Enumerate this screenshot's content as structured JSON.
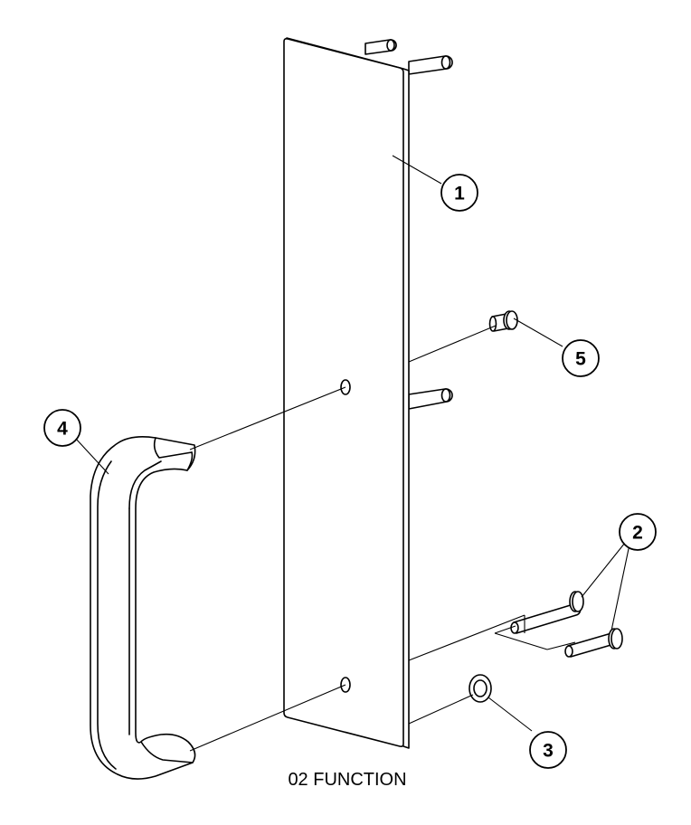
{
  "diagram": {
    "caption": "02 FUNCTION",
    "callouts": [
      {
        "id": "1",
        "label": "1"
      },
      {
        "id": "2",
        "label": "2"
      },
      {
        "id": "3",
        "label": "3"
      },
      {
        "id": "4",
        "label": "4"
      },
      {
        "id": "5",
        "label": "5"
      }
    ],
    "colors": {
      "line": "#000000",
      "background": "#ffffff"
    }
  }
}
